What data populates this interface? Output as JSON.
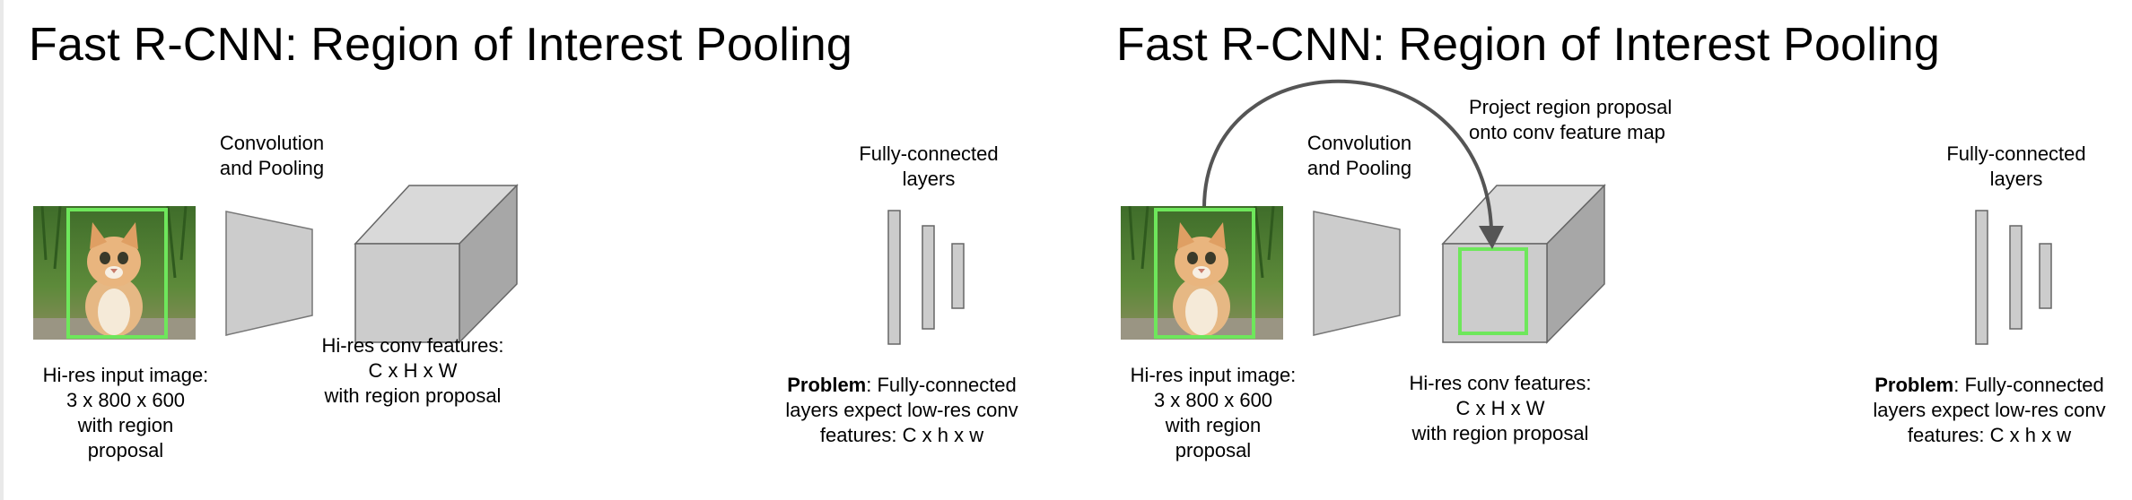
{
  "left_panel": {
    "title": "Fast R-CNN: Region of Interest Pooling",
    "conv_label": [
      "Convolution",
      "and Pooling"
    ],
    "fc_label": [
      "Fully-connected",
      "layers"
    ],
    "input_label": [
      "Hi-res input image:",
      "3 x 800 x 600",
      "with region",
      "proposal"
    ],
    "conv_features_label": [
      "Hi-res conv features:",
      "C x H x W",
      "with region proposal"
    ],
    "problem_bold": "Problem",
    "problem_rest": ": Fully-connected",
    "problem_lines": [
      "layers expect low-res conv",
      "features: C x h x w"
    ]
  },
  "right_panel": {
    "title": "Fast R-CNN: Region of Interest Pooling",
    "project_label": [
      "Project region proposal",
      "onto conv feature map"
    ],
    "conv_label": [
      "Convolution",
      "and Pooling"
    ],
    "fc_label": [
      "Fully-connected",
      "layers"
    ],
    "input_label": [
      "Hi-res input image:",
      "3 x 800 x 600",
      "with region",
      "proposal"
    ],
    "conv_features_label": [
      "Hi-res conv features:",
      "C x H x W",
      "with region proposal"
    ],
    "problem_bold": "Problem",
    "problem_rest": ": Fully-connected",
    "problem_lines": [
      "layers expect low-res conv",
      "features: C x h x w"
    ]
  },
  "colors": {
    "block_fill": "#cccccc",
    "block_side": "#a7a7a7",
    "block_top": "#d9d9d9",
    "outline": "#666666",
    "proposal_box": "#6ee75b",
    "arrow": "#555555"
  },
  "icons": {
    "input_image": "kitten-photo"
  }
}
